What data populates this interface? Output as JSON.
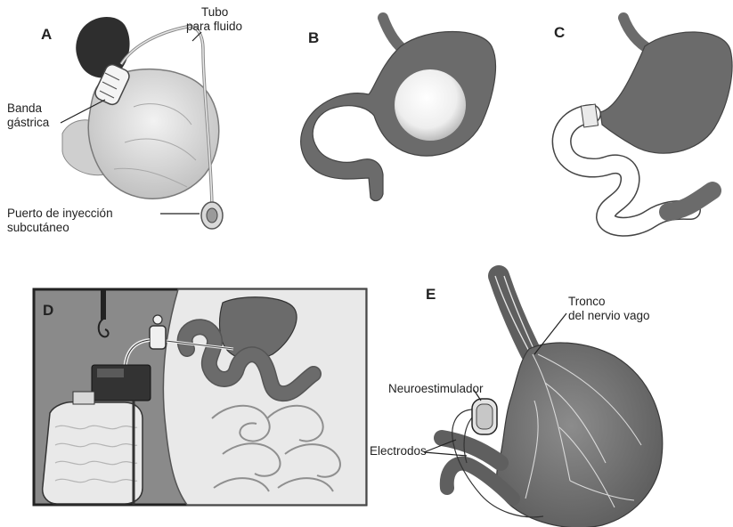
{
  "panels": {
    "a": {
      "letter": "A",
      "labels": {
        "tube": [
          "Tubo",
          "para fluido"
        ],
        "band": [
          "Banda",
          "gástrica"
        ],
        "port": [
          "Puerto de inyección",
          "subcutáneo"
        ]
      }
    },
    "b": {
      "letter": "B"
    },
    "c": {
      "letter": "C"
    },
    "d": {
      "letter": "D"
    },
    "e": {
      "letter": "E",
      "labels": {
        "vagus": [
          "Tronco",
          "del nervio vago"
        ],
        "stimulator": "Neuroestimulador",
        "electrodes": "Electrodos"
      }
    }
  },
  "colors": {
    "organ_dark": "#6b6b6b",
    "organ_light": "#e6e6e6",
    "panel_d_background": "#8a8a8a",
    "line": "#222222"
  }
}
